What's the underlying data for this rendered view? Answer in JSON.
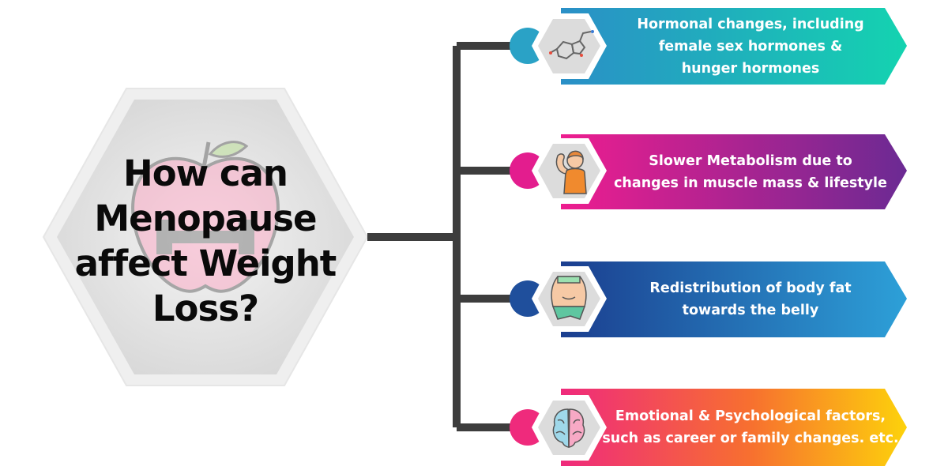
{
  "center": {
    "title": "How can Menopause affect Weight Loss?"
  },
  "colors": {
    "connector": "#3d3d3d",
    "hexagon_fill": "#e2e2e2",
    "hexagon_ring": "#efefef"
  },
  "items": [
    {
      "text": "Hormonal changes, including\nfemale sex hormones &\nhunger hormones",
      "icon": "molecule-icon",
      "gradient": [
        "#2a8fc7",
        "#14d3b0"
      ]
    },
    {
      "text": "Slower Metabolism due to\nchanges in muscle mass & lifestyle",
      "icon": "flexing-woman-icon",
      "gradient": [
        "#ee1d8f",
        "#6b2a93"
      ]
    },
    {
      "text": "Redistribution of body fat\ntowards the belly",
      "icon": "belly-fat-icon",
      "gradient": [
        "#1b3e8f",
        "#2da0d8"
      ]
    },
    {
      "text": "Emotional & Psychological factors,\nsuch as career or family changes. etc.",
      "icon": "brain-icon",
      "gradient": [
        "#ef2a7c",
        "#fdd20b"
      ]
    }
  ]
}
